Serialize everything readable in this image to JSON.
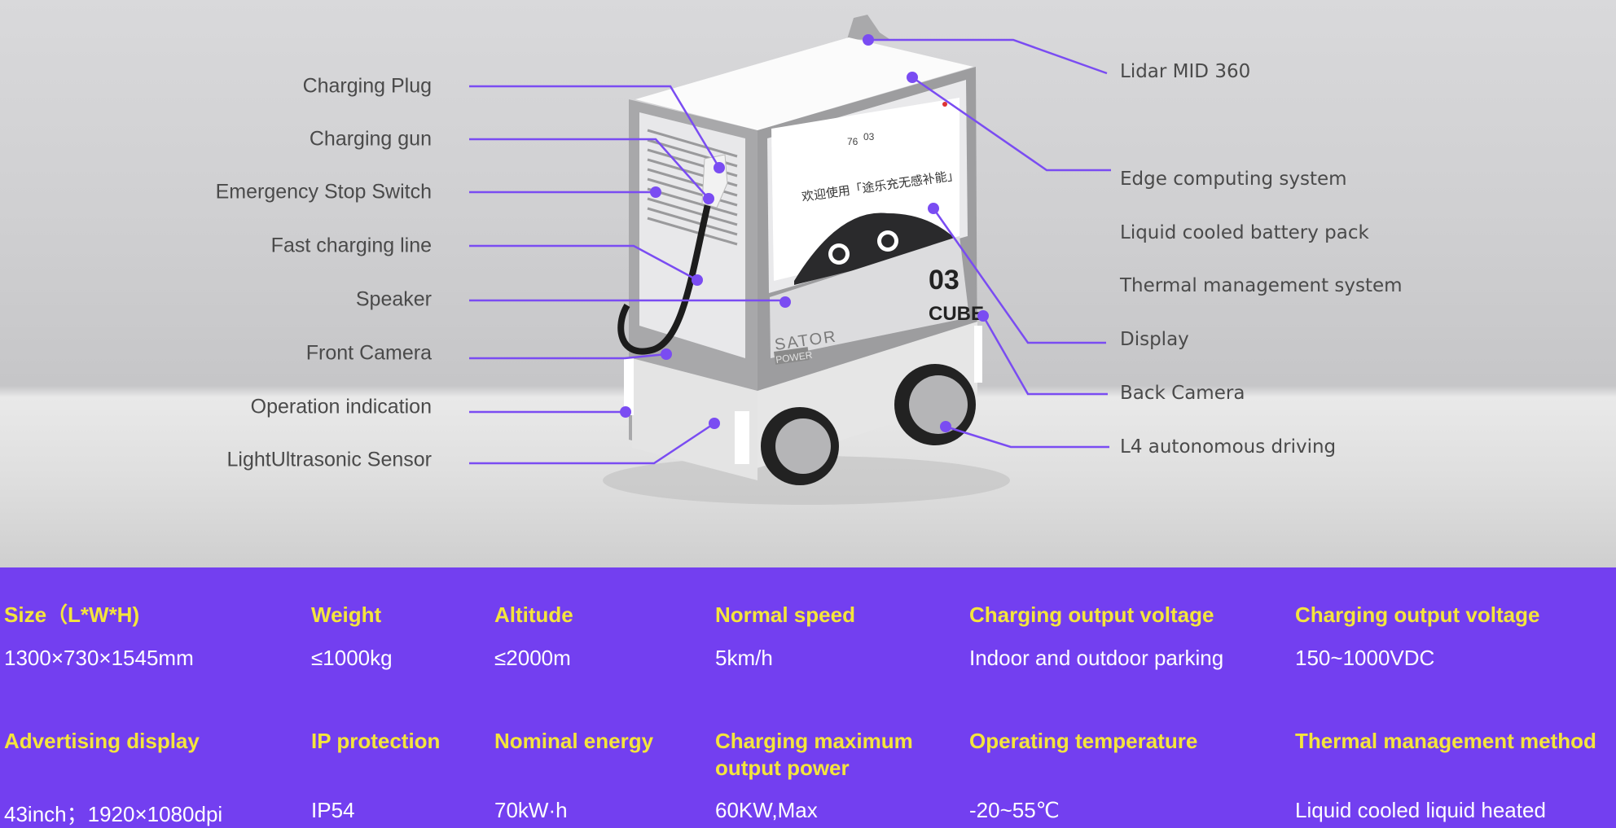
{
  "callouts_left": [
    {
      "label": "Charging Plug"
    },
    {
      "label": "Charging gun"
    },
    {
      "label": "Emergency Stop Switch"
    },
    {
      "label": "Fast charging line"
    },
    {
      "label": "Speaker"
    },
    {
      "label": "Front Camera"
    },
    {
      "label": "Operation indication"
    },
    {
      "label": "LightUltrasonic Sensor"
    }
  ],
  "callouts_right": [
    {
      "label": "Lidar MID 360"
    },
    {
      "label": "Edge computing system"
    },
    {
      "label": "Liquid cooled battery pack"
    },
    {
      "label": "Thermal management system"
    },
    {
      "label": "Display"
    },
    {
      "label": "Back Camera"
    },
    {
      "label": "L4 autonomous driving"
    }
  ],
  "robot": {
    "screen_welcome": "欢迎使用「途乐充无感补能」",
    "screen_stat_1": "76",
    "screen_stat_2": "03",
    "brand": "SATOR",
    "brand_sub": "POWER",
    "model_number": "03",
    "model_name": "CUBE"
  },
  "specs": {
    "row1": [
      {
        "label": "Size（L*W*H)",
        "value": "1300×730×1545mm"
      },
      {
        "label": "Weight",
        "value": "≤1000kg"
      },
      {
        "label": "Altitude",
        "value": "≤2000m"
      },
      {
        "label": "Normal speed",
        "value": "5km/h"
      },
      {
        "label": "Charging output voltage",
        "value": "Indoor and outdoor parking"
      },
      {
        "label": "Charging output voltage",
        "value": "150~1000VDC"
      }
    ],
    "row2": [
      {
        "label": "Advertising display",
        "value": "43inch；1920×1080dpi"
      },
      {
        "label": "IP protection",
        "value": "IP54"
      },
      {
        "label": "Nominal energy",
        "value": "70kW·h"
      },
      {
        "label": "Charging maximum output power",
        "value": "60KW,Max"
      },
      {
        "label": "Operating temperature",
        "value": "-20~55℃"
      },
      {
        "label": "Thermal management method",
        "value": "Liquid cooled liquid heated"
      }
    ]
  },
  "colors": {
    "accent": "#733ff0",
    "callout_line": "#7a4cf2",
    "spec_label": "#f4e53c",
    "spec_value": "#ffffff",
    "label_text": "#4a4a4a"
  }
}
